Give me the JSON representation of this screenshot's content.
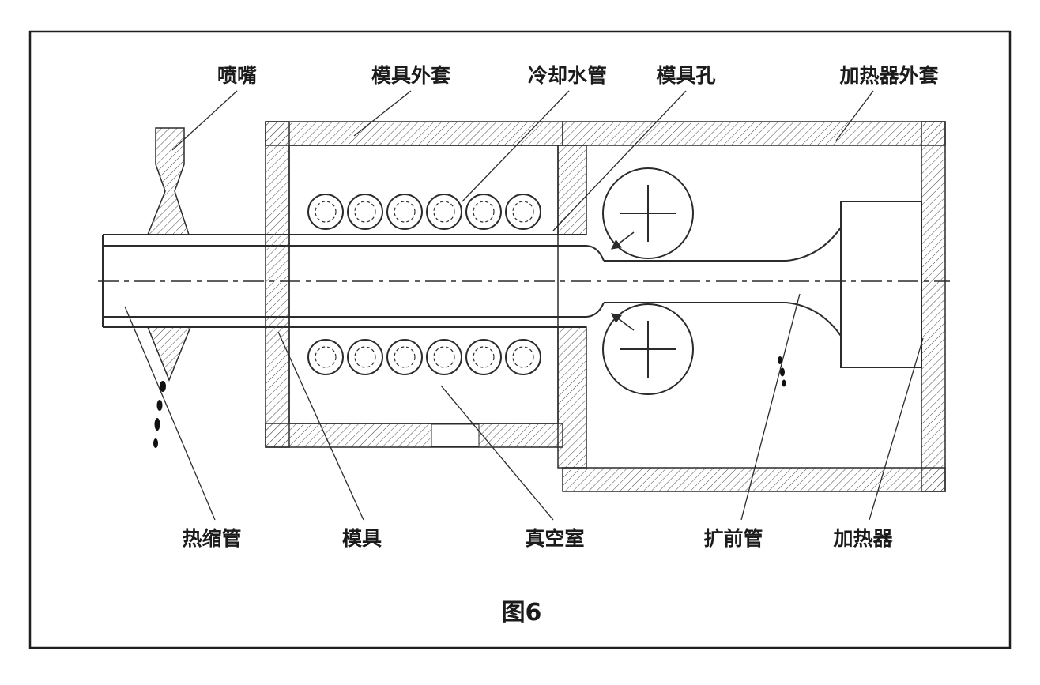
{
  "page": {
    "background": "#ffffff",
    "ink": "#2b2b2b"
  },
  "figure": {
    "caption": "图6"
  },
  "labels": {
    "top": [
      {
        "id": "nozzle",
        "text": "喷嘴"
      },
      {
        "id": "mold-outer-sleeve",
        "text": "模具外套"
      },
      {
        "id": "cooling-water-pipe",
        "text": "冷却水管"
      },
      {
        "id": "mold-hole",
        "text": "模具孔"
      },
      {
        "id": "heater-outer-sleeve",
        "text": "加热器外套"
      }
    ],
    "bottom": [
      {
        "id": "heat-shrink-tube",
        "text": "热缩管"
      },
      {
        "id": "mold",
        "text": "模具"
      },
      {
        "id": "vacuum-chamber",
        "text": "真空室"
      },
      {
        "id": "pre-expansion-tube",
        "text": "扩前管"
      },
      {
        "id": "heater",
        "text": "加热器"
      }
    ]
  }
}
